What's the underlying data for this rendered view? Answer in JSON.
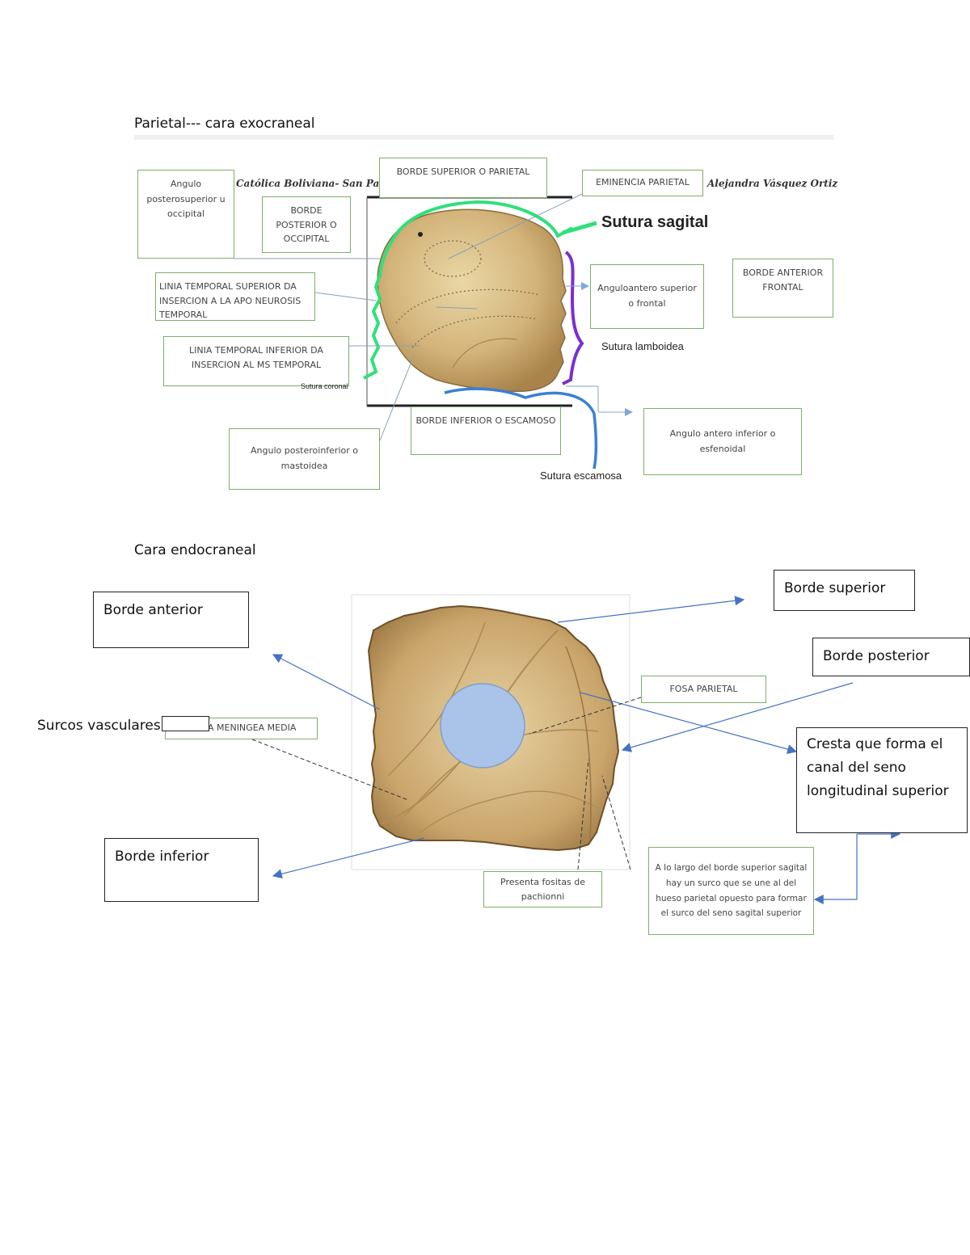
{
  "section1": {
    "heading": "Parietal--- cara exocraneal",
    "sig_left": "Católica Boliviana- San Pablo",
    "sig_right": "Alejandra Vásquez Ortiz",
    "labels": {
      "angulo_posterosuperior": "Angulo posterosuperior u occipital",
      "borde_posterior": "BORDE POSTERIOR O OCCIPITAL",
      "borde_superior": "BORDE SUPERIOR O PARIETAL",
      "eminencia": "EMINENCIA PARIETAL",
      "linea_superior": "LINIA TEMPORAL SUPERIOR DA INSERCION A LA APO NEUROSIS TEMPORAL",
      "linea_inferior": "LINIA TEMPORAL INFERIOR DA INSERCION AL MS TEMPORAL",
      "angulo_anterosuperior": "Anguloantero superior o frontal",
      "borde_anterior": "BORDE ANTERIOR FRONTAL",
      "borde_inferior": "BORDE INFERIOR O ESCAMOSO",
      "angulo_posteroinferior": "Angulo posteroinferior o mastoidea",
      "angulo_anteroinferior": "Angulo antero inferior o esfenoidal"
    },
    "sutures": {
      "sagital": "Sutura sagital",
      "lamboidea": "Sutura lamboidea",
      "coronal": "Sutura coronal",
      "escamosa": "Sutura escamosa"
    }
  },
  "section2": {
    "heading": "Cara endocraneal",
    "labels": {
      "borde_anterior": "Borde anterior",
      "borde_superior": "Borde superior",
      "borde_posterior": "Borde posterior",
      "borde_inferior": "Borde inferior",
      "cresta": "Cresta que forma el canal del seno longitudinal superior",
      "surcos": "Surcos vasculares",
      "meningea": "A MENINGEA MEDIA",
      "fosa": "FOSA PARIETAL",
      "fositas": "Presenta fositas de pachionni",
      "largo": "A lo largo del borde superior sagital hay un surco que se une al del hueso parietal opuesto para formar el surco del seno sagital superior"
    }
  },
  "colors": {
    "green_suture": "#2fe07a",
    "purple_suture": "#7b2fd0",
    "blue_suture": "#3c7fd6",
    "arrow_blue": "#4472c4",
    "box_green": "#7fae6a",
    "fossa_fill": "#a9c4e8"
  }
}
